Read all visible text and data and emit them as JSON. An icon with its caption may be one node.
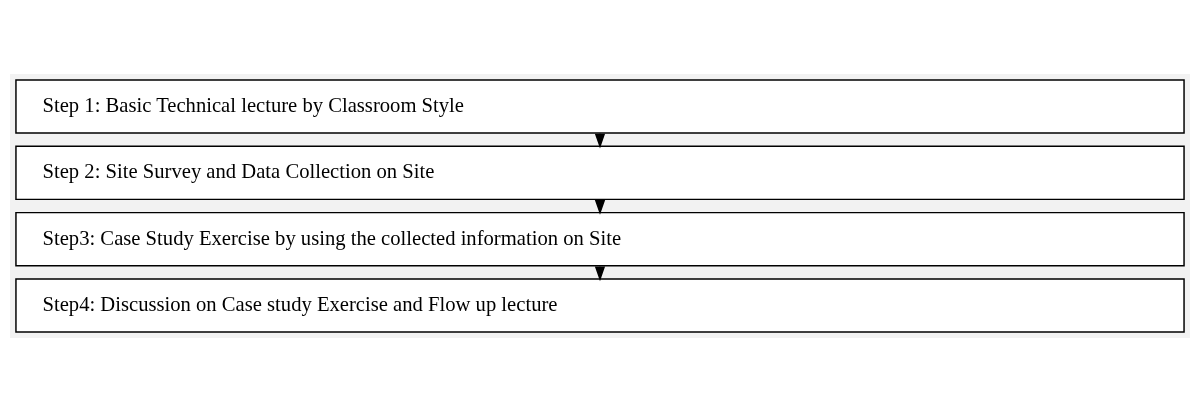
{
  "diagram": {
    "nodes": [
      {
        "text": [
          "Step 1: Basic Technical lecture by Classroom Style"
        ]
      },
      {
        "text": [
          "Step 2: Site Survey and Data Collection on Site"
        ]
      },
      {
        "text": [
          "Step3: Case Study Exercise by using the collected information on Site"
        ]
      },
      {
        "text": [
          "Step4: Discussion on Case study Exercise and Flow up lecture"
        ]
      }
    ],
    "edges": [
      {
        "from": 0,
        "to": 1,
        "arrow": "to"
      },
      {
        "from": 1,
        "to": 2,
        "arrow": "to"
      },
      {
        "from": 2,
        "to": 3,
        "arrow": "to"
      }
    ]
  }
}
